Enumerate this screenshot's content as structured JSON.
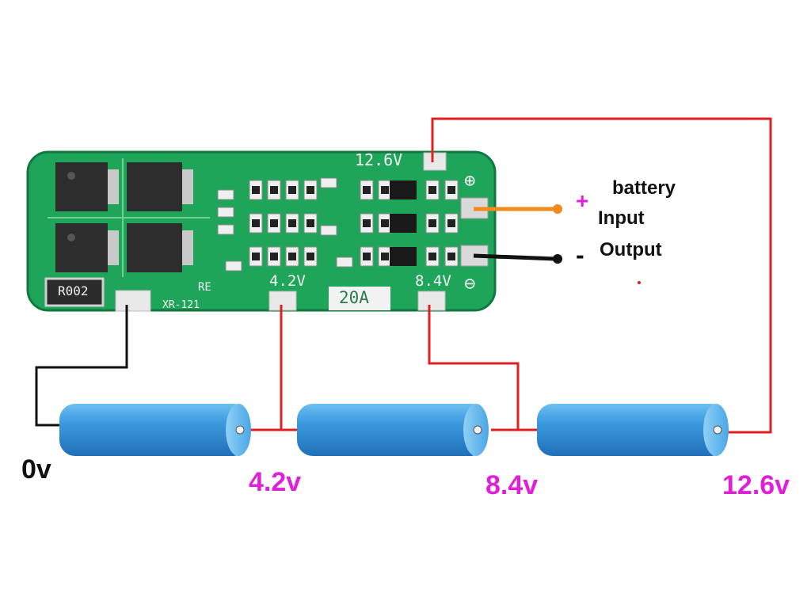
{
  "board": {
    "label_top_right": "12.6V",
    "label_tap1": "4.2V",
    "label_tap2": "8.4V",
    "label_current": "20A",
    "label_model": "XR-121",
    "label_re": "RE",
    "label_resistor": "R002",
    "plus_symbol": "⊕",
    "minus_symbol": "⊖"
  },
  "annotations": {
    "battery": "battery",
    "input": "Input",
    "output": "Output",
    "plus": "+",
    "minus": "-"
  },
  "voltages": {
    "v0": "0v",
    "v1": "4.2v",
    "v2": "8.4v",
    "v3": "12.6v"
  },
  "colors": {
    "pcb_green": "#1fa55a",
    "wire_red": "#e02020",
    "wire_black": "#111111",
    "wire_orange": "#f08a1c",
    "cell_blue": "#3d9be0",
    "voltage_label": "#e020d8"
  }
}
